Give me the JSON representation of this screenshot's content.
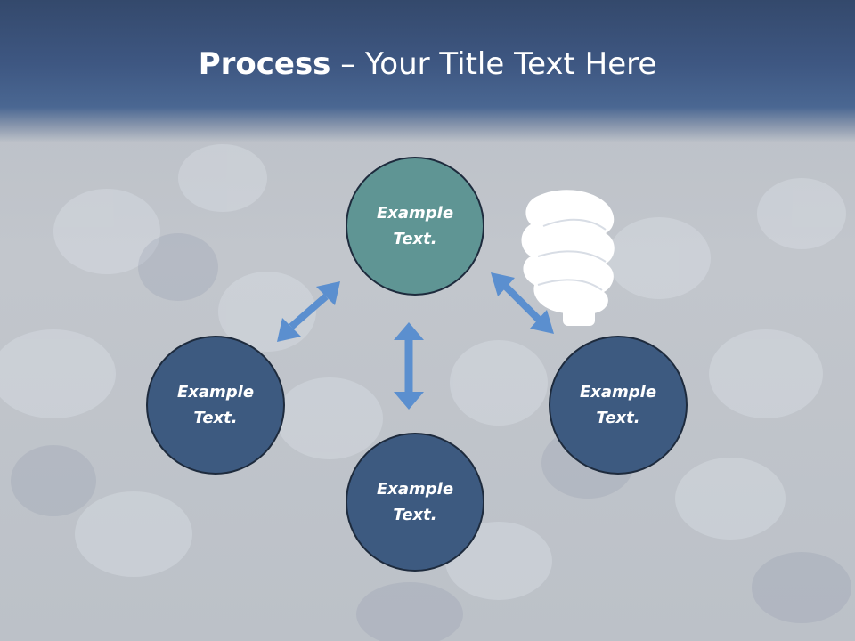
{
  "slide": {
    "title_strong": "Process",
    "title_rest": " – Your Title Text Here"
  },
  "diagram": {
    "nodes": [
      {
        "id": "top",
        "line1": "Example",
        "line2": "Text.",
        "color": "#5f9594"
      },
      {
        "id": "left",
        "line1": "Example",
        "line2": "Text.",
        "color": "#3d5a80"
      },
      {
        "id": "right",
        "line1": "Example",
        "line2": "Text.",
        "color": "#3d5a80"
      },
      {
        "id": "bottom",
        "line1": "Example",
        "line2": "Text.",
        "color": "#3d5a80"
      }
    ],
    "arrow_color": "#5b8fcf"
  }
}
